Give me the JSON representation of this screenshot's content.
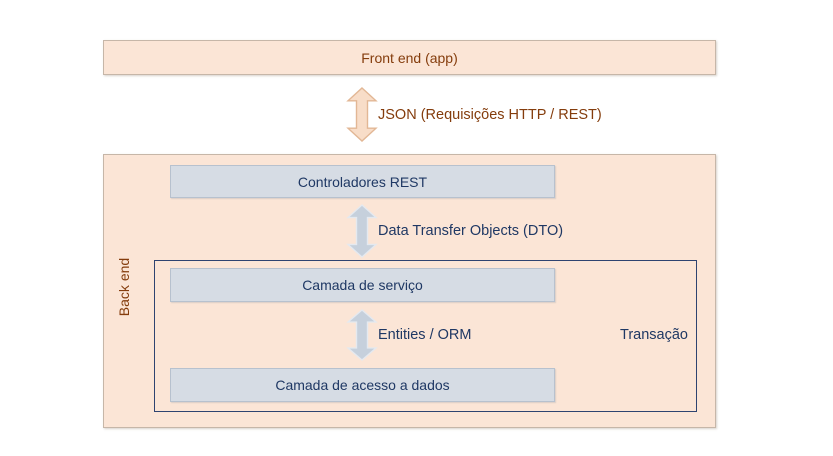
{
  "diagram": {
    "front_end": {
      "label": "Front end (app)"
    },
    "json_arrow_label": "JSON (Requisições HTTP / REST)",
    "back_end": {
      "label": "Back end",
      "controllers": {
        "label": "Controladores REST"
      },
      "dto_arrow_label": "Data Transfer Objects (DTO)",
      "transaction": {
        "label": "Transação",
        "service_layer": {
          "label": "Camada de serviço"
        },
        "orm_arrow_label": "Entities / ORM",
        "data_access_layer": {
          "label": "Camada de acesso a dados"
        }
      }
    },
    "colors": {
      "peach_fill": "#fbe5d6",
      "peach_border": "#c6b6a8",
      "peach_arrow_fill": "#f8ddc8",
      "peach_arrow_stroke": "#e2b795",
      "blue_fill": "#d6dce4",
      "blue_border": "#b7c1ce",
      "blue_arrow_fill": "#c6d0dc",
      "blue_arrow_stroke": "#e4e9f0",
      "navy_text": "#1f3864",
      "brown_text": "#843c0c",
      "transaction_border": "#2e4370"
    }
  }
}
